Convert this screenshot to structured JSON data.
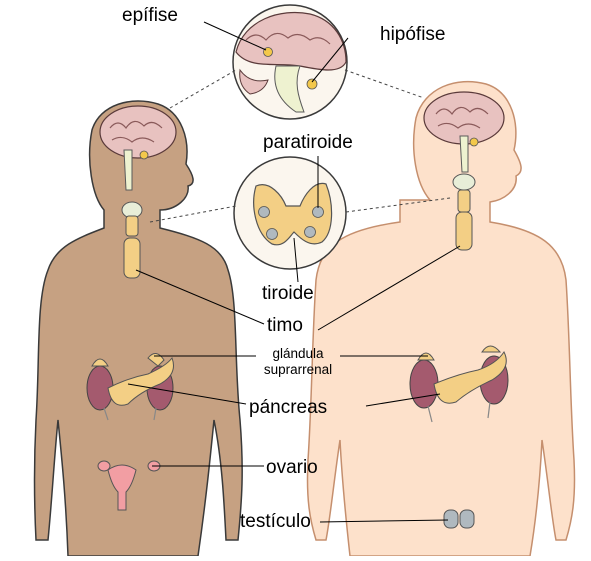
{
  "labels": {
    "epifise": "epífise",
    "hipofise": "hipófise",
    "paratiroide": "paratiroide",
    "tiroide": "tiroide",
    "timo": "timo",
    "glandula_line1": "glándula",
    "glandula_line2": "suprarrenal",
    "pancreas": "páncreas",
    "ovario": "ovario",
    "testiculo": "testículo"
  },
  "colors": {
    "female_skin": "#c6a182",
    "male_skin": "#fde1cb",
    "brain": "#e8c2c0",
    "gland": "#f3cf85",
    "kidney": "#a45a6e",
    "ovary": "#f29ea3",
    "testis": "#b0b9bf",
    "outline": "#3a3a3a"
  }
}
